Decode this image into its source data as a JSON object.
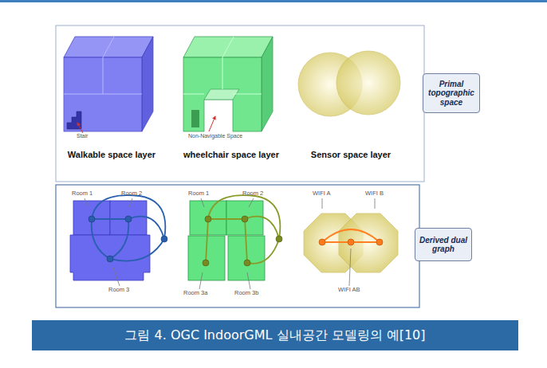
{
  "diagram": {
    "caption": "그림 4. OGC IndoorGML 실내공간 모델링의 예[10]",
    "nodes": [
      {
        "text": [
          "Primal topographic space"
        ]
      },
      {
        "text": [
          "Derived dual graph"
        ]
      }
    ],
    "labels": [
      "Stair",
      "Non-Navigable Space",
      "Walkable space layer",
      "wheelchair space layer",
      "Sensor space layer",
      "Room 1",
      "Room 2",
      "Room 3",
      "Room 1",
      "Room 2",
      "Room 3a",
      "Room 3b",
      "WIFI A",
      "WIFI B",
      "WIFI AB"
    ]
  }
}
